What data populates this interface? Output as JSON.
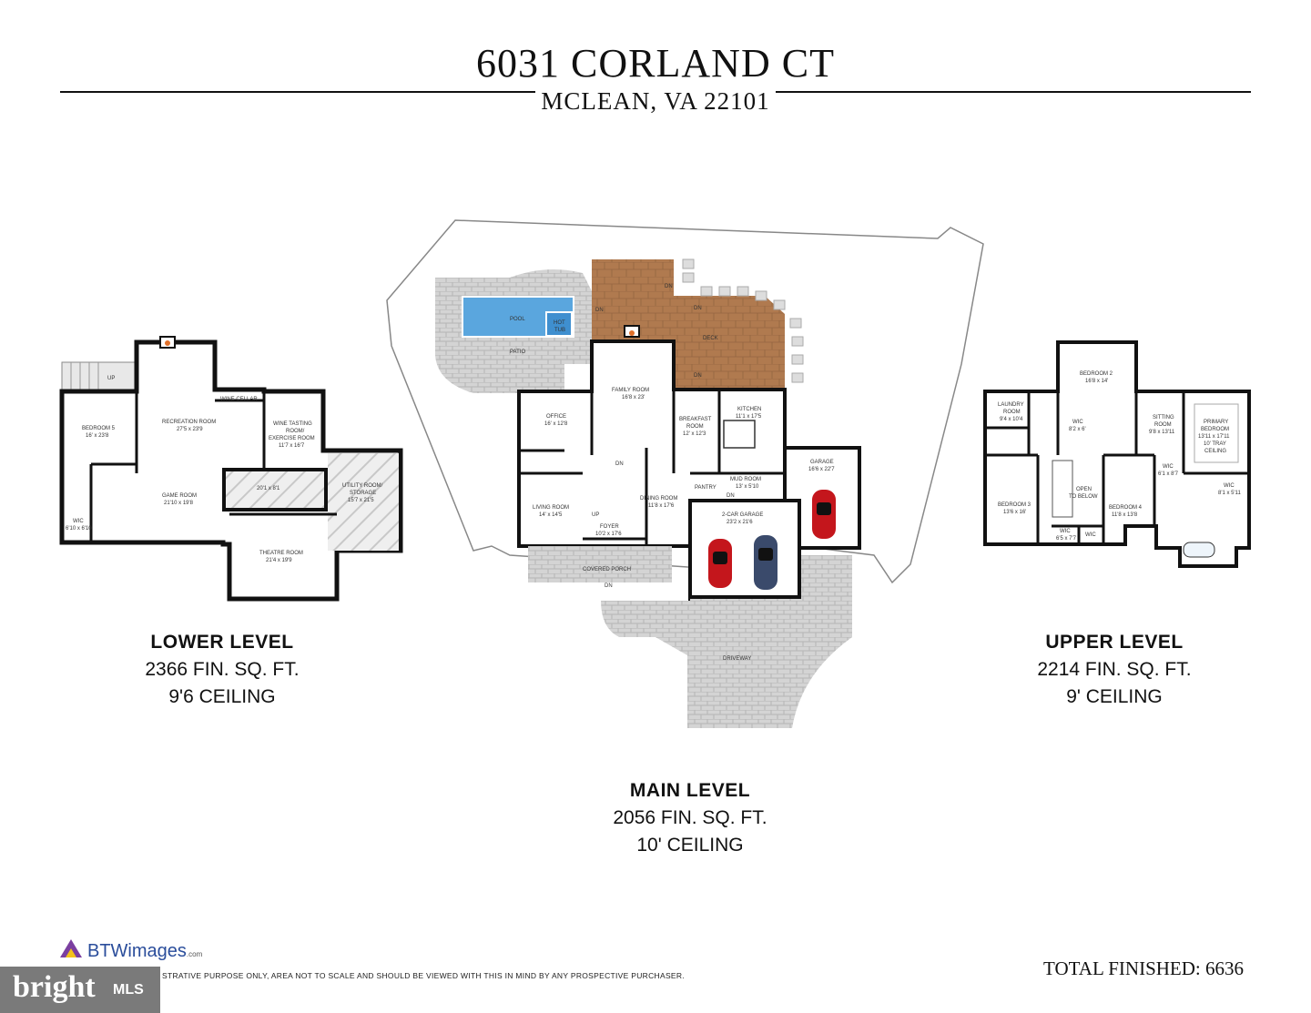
{
  "header": {
    "title": "6031 CORLAND CT",
    "subtitle": "MCLEAN, VA 22101"
  },
  "lower": {
    "name": "LOWER LEVEL",
    "area": "2366 FIN. SQ. FT.",
    "ceiling": "9'6 CEILING",
    "rooms": {
      "bedroom5": "BEDROOM 5",
      "bedroom5_dim": "16' x 23'8",
      "recreation": "RECREATION ROOM",
      "recreation_dim": "27'5 x 23'9",
      "wine_cellar": "WINE CELLAR",
      "wine_tasting": "WINE TASTING",
      "wine_tasting2": "ROOM/",
      "wine_tasting3": "EXERCISE ROOM",
      "wine_tasting_dim": "11'7 x 16'7",
      "game": "GAME ROOM",
      "game_dim": "21'10 x 19'8",
      "wic": "WIC",
      "wic_dim": "6'10 x 6'10",
      "utility": "UTILITY ROOM/",
      "utility2": "STORAGE",
      "utility_dim": "15'7 x 21'5",
      "mech_dim": "20'1 x 8'1",
      "theatre": "THEATRE ROOM",
      "theatre_dim": "21'4 x 19'9",
      "up": "UP"
    }
  },
  "main": {
    "name": "MAIN LEVEL",
    "area": "2056 FIN. SQ. FT.",
    "ceiling": "10' CEILING",
    "rooms": {
      "pool": "POOL",
      "hot_tub": "HOT",
      "hot_tub2": "TUB",
      "patio": "PATIO",
      "deck": "DECK",
      "family": "FAMILY ROOM",
      "family_dim": "16'8 x 23'",
      "office": "OFFICE",
      "office_dim": "16' x 12'8",
      "breakfast": "BREAKFAST",
      "breakfast2": "ROOM",
      "breakfast_dim": "12' x 12'3",
      "kitchen": "KITCHEN",
      "kitchen_dim": "11'1 x 17'5",
      "garage": "GARAGE",
      "garage_dim": "16'6 x 22'7",
      "living": "LIVING ROOM",
      "living_dim": "14' x 14'5",
      "dining": "DINING ROOM",
      "dining_dim": "11'8 x 17'6",
      "foyer": "FOYER",
      "foyer_dim": "10'2 x 17'6",
      "pantry": "PANTRY",
      "mud": "MUD ROOM",
      "mud_dim": "13' x 5'10",
      "garage2": "2-CAR GARAGE",
      "garage2_dim": "23'2 x 21'6",
      "porch": "COVERED PORCH",
      "driveway": "DRIVEWAY",
      "dn": "DN",
      "up": "UP"
    }
  },
  "upper": {
    "name": "UPPER LEVEL",
    "area": "2214 FIN. SQ. FT.",
    "ceiling": "9' CEILING",
    "rooms": {
      "bedroom2": "BEDROOM 2",
      "bedroom2_dim": "16'8 x 14'",
      "laundry": "LAUNDRY",
      "laundry2": "ROOM",
      "laundry_dim": "9'4 x 10'4",
      "wic1": "WIC",
      "wic1_dim": "8'2 x 6'",
      "sitting": "SITTING",
      "sitting2": "ROOM",
      "sitting_dim": "9'8 x 13'11",
      "primary": "PRIMARY",
      "primary2": "BEDROOM",
      "primary_dim": "13'11 x 17'11",
      "primary_ceiling": "10' TRAY",
      "primary_ceiling2": "CEILING",
      "wic2": "WIC",
      "wic2_dim": "6'1 x 8'7",
      "wic3": "WIC",
      "wic3_dim": "8'1 x 5'11",
      "bedroom3": "BEDROOM 3",
      "bedroom3_dim": "13'6 x 16'",
      "open": "OPEN",
      "open2": "TO BELOW",
      "bedroom4": "BEDROOM 4",
      "bedroom4_dim": "11'8 x 13'8",
      "wic4": "WIC",
      "wic4_dim": "6'5 x 7'7",
      "wic5": "WIC"
    }
  },
  "footer": {
    "disclaimer": "STRATIVE PURPOSE ONLY, AREA NOT TO SCALE AND SHOULD BE VIEWED WITH THIS IN MIND BY ANY PROSPECTIVE PURCHASER.",
    "total": "TOTAL FINISHED: 6636",
    "brand": "BTWimages",
    "brand_suffix": ".com",
    "mls_brand": "bright",
    "mls": "MLS"
  },
  "colors": {
    "wall": "#111111",
    "deck": "#b07a4f",
    "pool": "#5aa6de",
    "paver": "#c9c9c9",
    "car_red": "#c4161c",
    "car_blue": "#3a4a6b",
    "brand_purple": "#7b3fa0",
    "brand_yellow": "#f3c21b"
  }
}
